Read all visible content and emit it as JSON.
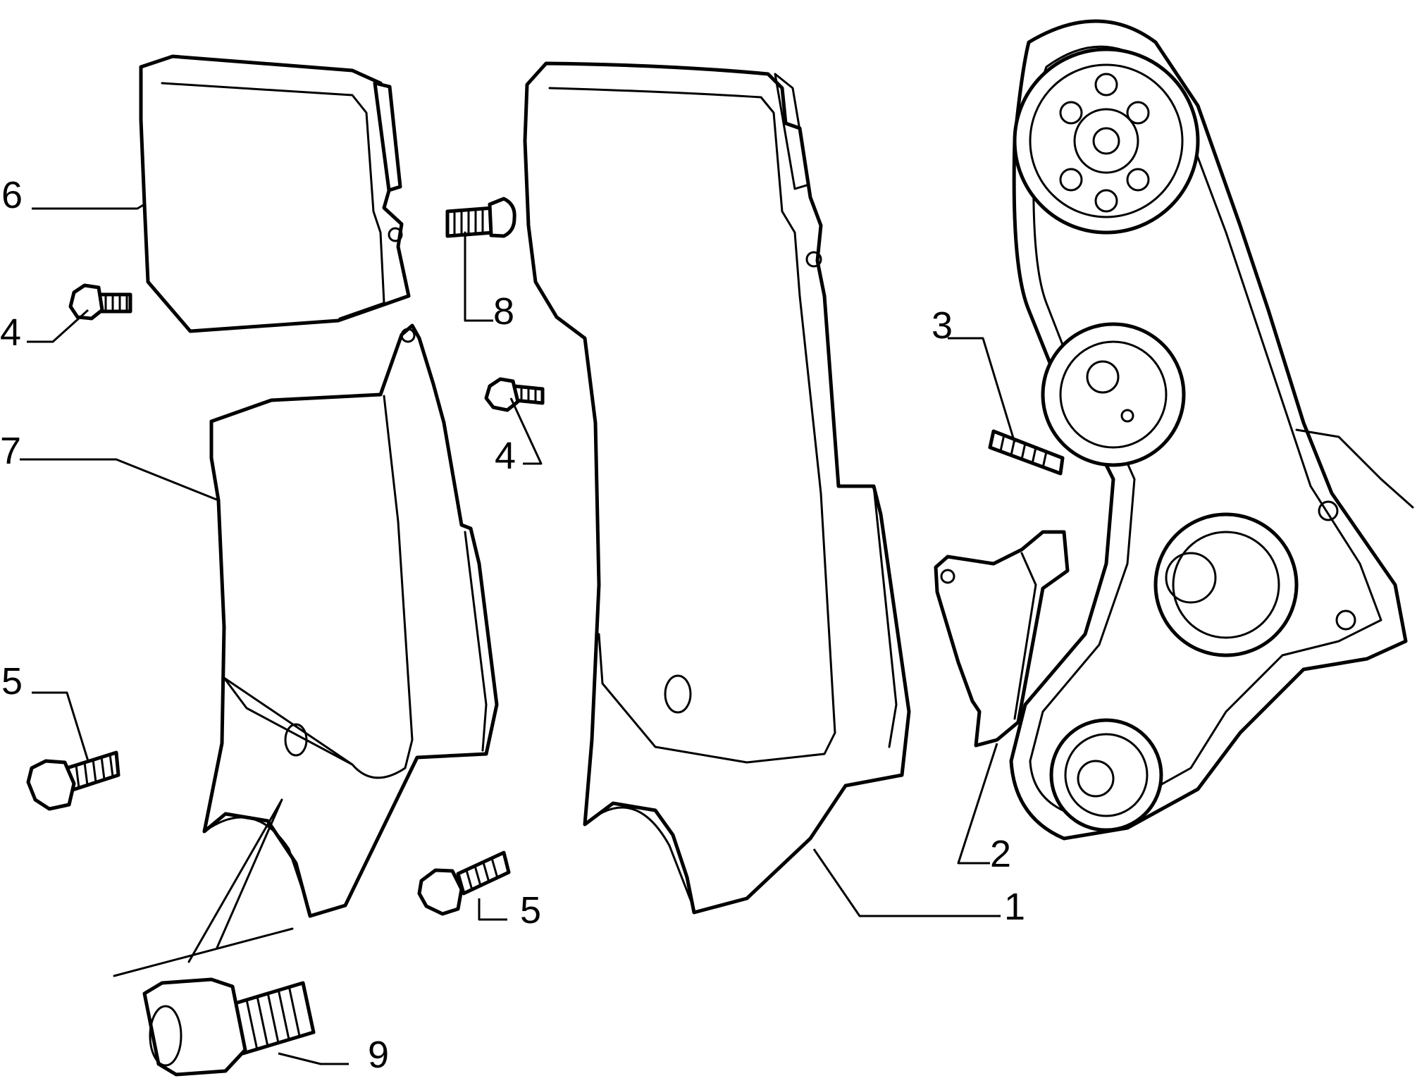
{
  "callouts": [
    {
      "id": "1",
      "label": "1"
    },
    {
      "id": "2",
      "label": "2"
    },
    {
      "id": "3",
      "label": "3"
    },
    {
      "id": "4a",
      "label": "4"
    },
    {
      "id": "4b",
      "label": "4"
    },
    {
      "id": "5a",
      "label": "5"
    },
    {
      "id": "5b",
      "label": "5"
    },
    {
      "id": "6",
      "label": "6"
    },
    {
      "id": "7",
      "label": "7"
    },
    {
      "id": "8",
      "label": "8"
    },
    {
      "id": "9",
      "label": "9"
    }
  ]
}
